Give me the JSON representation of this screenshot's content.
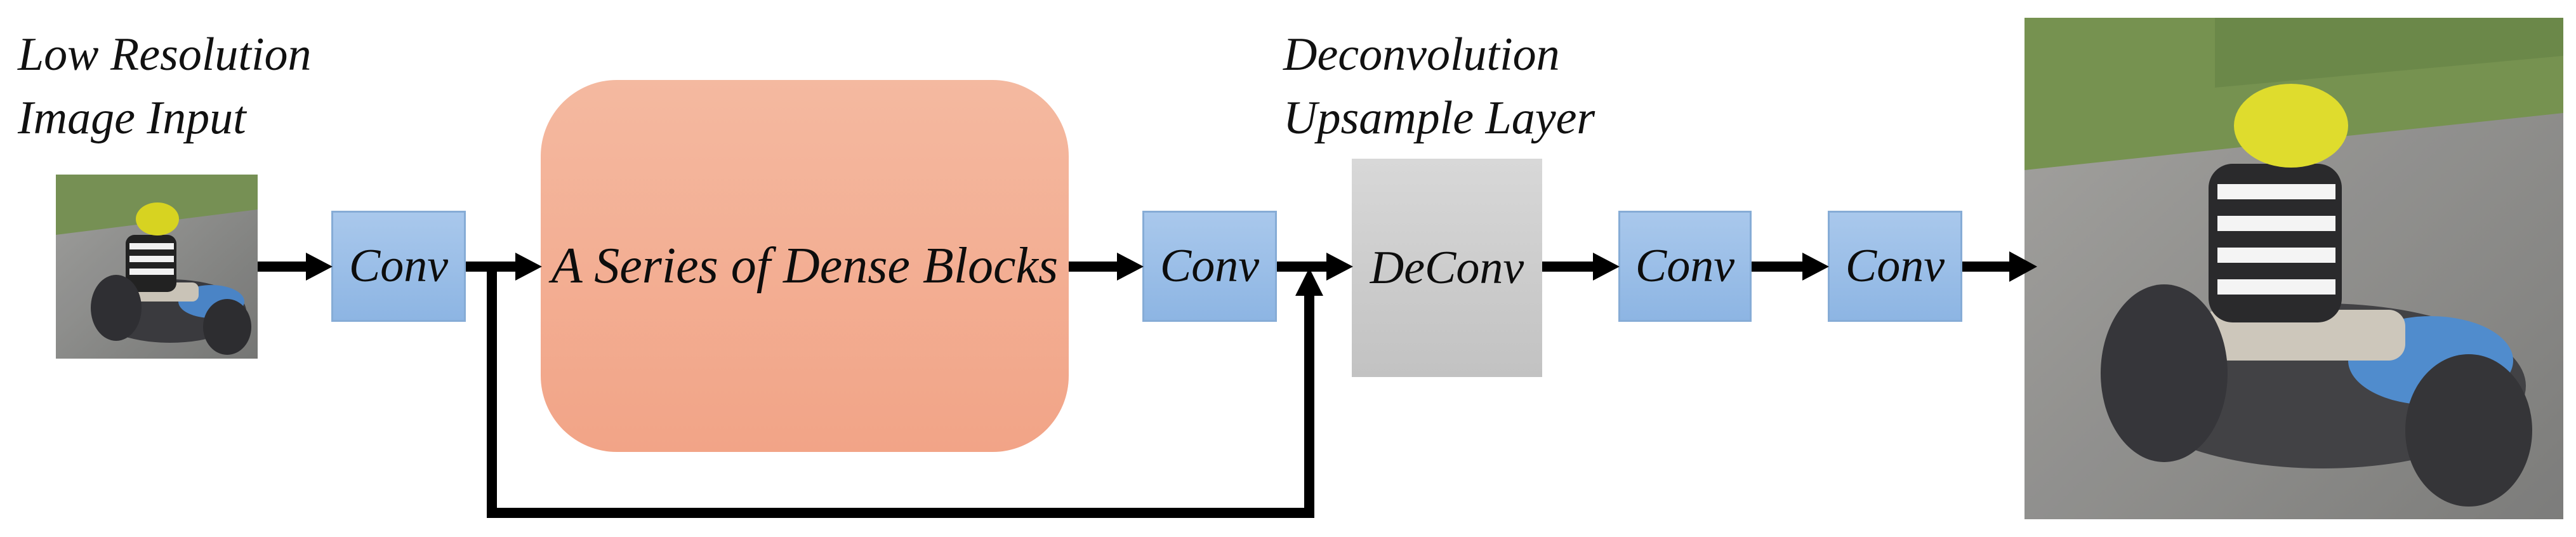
{
  "labels": {
    "input_line1": "Low Resolution",
    "input_line2": "Image Input",
    "deconv_line1": "Deconvolution",
    "deconv_line2": "Upsample Layer"
  },
  "blocks": {
    "conv1": "Conv",
    "dense": "A Series of Dense Blocks",
    "conv2": "Conv",
    "deconv": "DeConv",
    "conv3": "Conv",
    "conv4": "Conv"
  },
  "colors": {
    "conv": "#9dbfe8",
    "dense": "#f4ae93",
    "deconv": "#cccccc",
    "arrow": "#000000"
  }
}
